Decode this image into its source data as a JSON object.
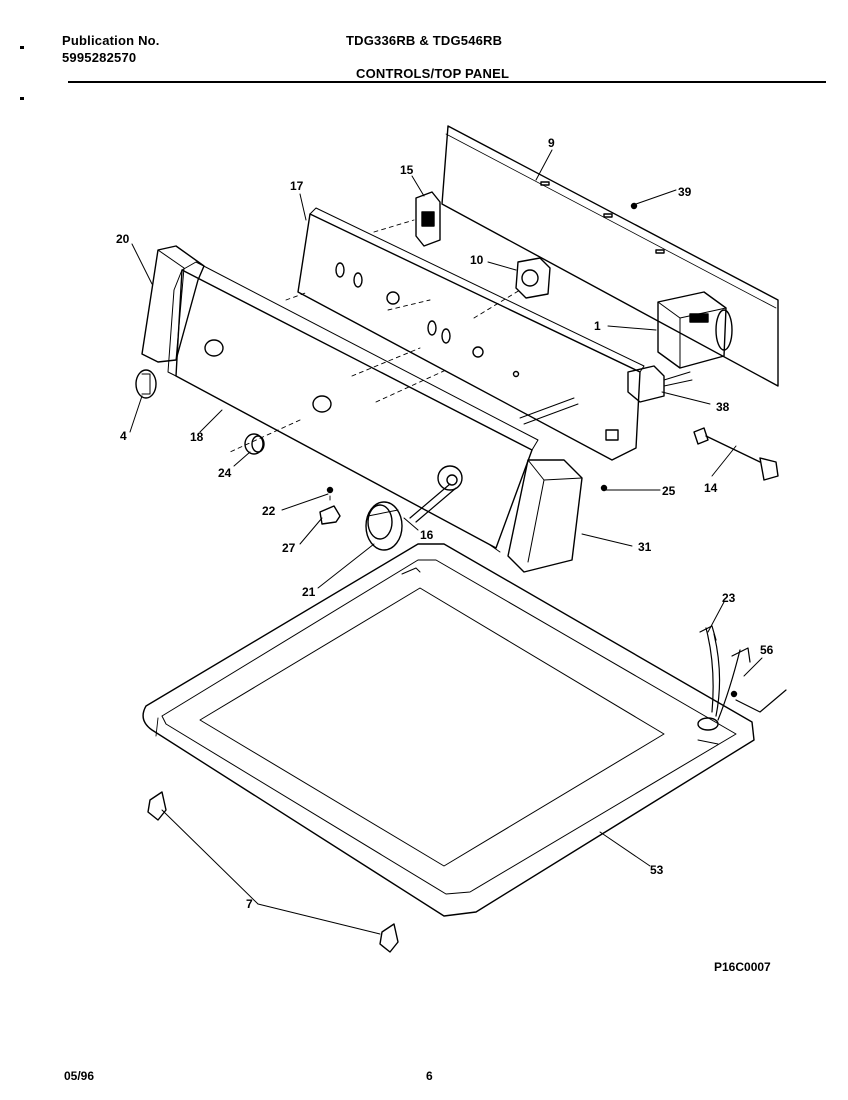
{
  "header": {
    "publication_label": "Publication No.",
    "publication_number": "5995282570",
    "models": "TDG336RB & TDG546RB",
    "section": "CONTROLS/TOP PANEL"
  },
  "callouts": [
    "9",
    "39",
    "15",
    "17",
    "10",
    "20",
    "1",
    "38",
    "4",
    "18",
    "24",
    "14",
    "25",
    "22",
    "16",
    "27",
    "31",
    "21",
    "23",
    "56",
    "53",
    "7"
  ],
  "drawing_code": "P16C0007",
  "footer": {
    "date": "05/96",
    "page": "6"
  }
}
